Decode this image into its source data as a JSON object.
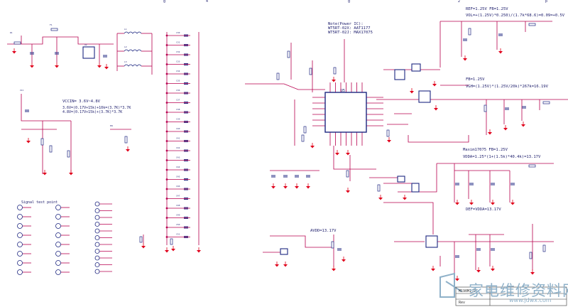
{
  "header": {
    "top_fragments": [
      "g",
      "4",
      "g",
      "2",
      "p"
    ]
  },
  "rails": {
    "r1": "REF=1.25V FB=1.25V",
    "r1_eq": "VOL=+(1.25V)*0.250)/(1.7k*68.6)=0.09=+0.5V",
    "r2": "FB=1.25V",
    "r2_eq": "VGH=(1.25V)*(1.25V/20k)*267k=16.19V",
    "r3": "Maxim17075 FB=1.25V",
    "r3_eq": "VDDA=1.25*(1+(1.5k)*40.4k)=13.17V",
    "r4": "DEF=VDDA=13.17V",
    "r5": "AVDD=13.17V"
  },
  "note": {
    "line1": "Note(Power IC):",
    "line2": "WT5RT-02X: AAT1177",
    "line3": "WT5RT-02J: MAX17075"
  },
  "vcc": {
    "range": "VCCIN= 3.6V~4.8V",
    "eq1": "3.6V=(0.17V+15k)+10k=(3.7K)*3.7K",
    "eq2": "4.8V=(0.17V+15k)+(3.7K)*3.7K"
  },
  "signal_title": "Signal test point",
  "ic_label": "U5",
  "title_block": {
    "title": "M190M1-DC",
    "rev": "Rev"
  },
  "watermark": {
    "text": "家电维修资料网",
    "url": "www.jdwx.com"
  },
  "colors": {
    "wire": "#b8004f",
    "wire_dark": "#8b0040",
    "component": "#1d2680",
    "ground": "#e0001a",
    "watermark": "#8fb1c9"
  }
}
